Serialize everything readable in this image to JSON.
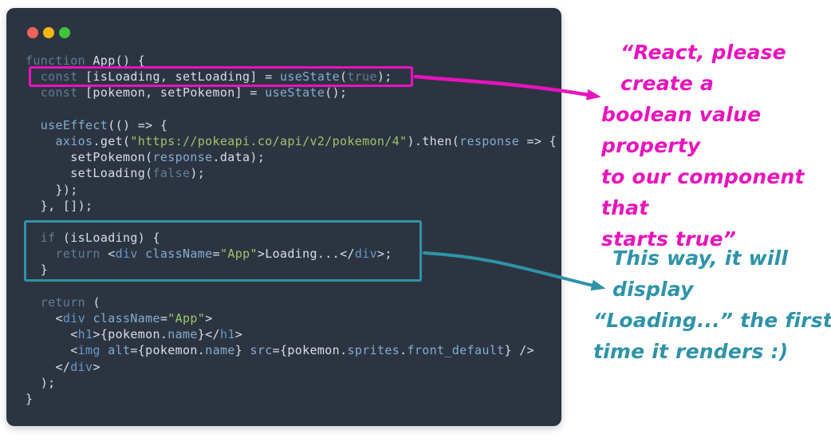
{
  "window": {
    "background": "#2d3441",
    "traffic_lights": [
      {
        "name": "close-button",
        "color": "#ef6458"
      },
      {
        "name": "minimize-button",
        "color": "#f2b712"
      },
      {
        "name": "zoom-button",
        "color": "#3ec53a"
      }
    ]
  },
  "code": {
    "palette": {
      "kw": "#5f7e97",
      "txt": "#d8dee9",
      "fn": "#81aecf",
      "tag": "#6699cc",
      "str": "#9dc569"
    },
    "lines": [
      [
        [
          "kw",
          "function"
        ],
        [
          "txt",
          " App() {"
        ]
      ],
      [
        [
          "txt",
          "  "
        ],
        [
          "kw",
          "const"
        ],
        [
          "txt",
          " [isLoading, setLoading] = "
        ],
        [
          "fn",
          "useState"
        ],
        [
          "txt",
          "("
        ],
        [
          "kw",
          "true"
        ],
        [
          "txt",
          ");"
        ]
      ],
      [
        [
          "txt",
          "  "
        ],
        [
          "kw",
          "const"
        ],
        [
          "txt",
          " [pokemon, setPokemon] = "
        ],
        [
          "fn",
          "useState"
        ],
        [
          "txt",
          "();"
        ]
      ],
      [],
      [
        [
          "txt",
          "  "
        ],
        [
          "fn",
          "useEffect"
        ],
        [
          "txt",
          "(() => {"
        ]
      ],
      [
        [
          "txt",
          "    "
        ],
        [
          "fn",
          "axios"
        ],
        [
          "txt",
          ".get("
        ],
        [
          "str",
          "\"https://pokeapi.co/api/v2/pokemon/4\""
        ],
        [
          "txt",
          ").then("
        ],
        [
          "fn",
          "response"
        ],
        [
          "txt",
          " => {"
        ]
      ],
      [
        [
          "txt",
          "      setPokemon("
        ],
        [
          "fn",
          "response"
        ],
        [
          "txt",
          ".data);"
        ]
      ],
      [
        [
          "txt",
          "      setLoading("
        ],
        [
          "kw",
          "false"
        ],
        [
          "txt",
          ");"
        ]
      ],
      [
        [
          "txt",
          "    });"
        ]
      ],
      [
        [
          "txt",
          "  }, []);"
        ]
      ],
      [],
      [
        [
          "txt",
          "  "
        ],
        [
          "kw",
          "if"
        ],
        [
          "txt",
          " (isLoading) {"
        ]
      ],
      [
        [
          "txt",
          "    "
        ],
        [
          "kw",
          "return"
        ],
        [
          "txt",
          " <"
        ],
        [
          "tag",
          "div"
        ],
        [
          "txt",
          " "
        ],
        [
          "fn",
          "className"
        ],
        [
          "txt",
          "="
        ],
        [
          "str",
          "\"App\""
        ],
        [
          "txt",
          ">Loading...</"
        ],
        [
          "tag",
          "div"
        ],
        [
          "txt",
          ">;"
        ]
      ],
      [
        [
          "txt",
          "  }"
        ]
      ],
      [],
      [
        [
          "txt",
          "  "
        ],
        [
          "kw",
          "return"
        ],
        [
          "txt",
          " ("
        ]
      ],
      [
        [
          "txt",
          "    <"
        ],
        [
          "tag",
          "div"
        ],
        [
          "txt",
          " "
        ],
        [
          "fn",
          "className"
        ],
        [
          "txt",
          "="
        ],
        [
          "str",
          "\"App\""
        ],
        [
          "txt",
          ">"
        ]
      ],
      [
        [
          "txt",
          "      <"
        ],
        [
          "tag",
          "h1"
        ],
        [
          "txt",
          ">{pokemon."
        ],
        [
          "fn",
          "name"
        ],
        [
          "txt",
          "}</"
        ],
        [
          "tag",
          "h1"
        ],
        [
          "txt",
          ">"
        ]
      ],
      [
        [
          "txt",
          "      <"
        ],
        [
          "tag",
          "img"
        ],
        [
          "txt",
          " "
        ],
        [
          "fn",
          "alt"
        ],
        [
          "txt",
          "={pokemon."
        ],
        [
          "fn",
          "name"
        ],
        [
          "txt",
          "} "
        ],
        [
          "fn",
          "src"
        ],
        [
          "txt",
          "={pokemon."
        ],
        [
          "fn",
          "sprites"
        ],
        [
          "txt",
          "."
        ],
        [
          "fn",
          "front_default"
        ],
        [
          "txt",
          "} />"
        ]
      ],
      [
        [
          "txt",
          "    </"
        ],
        [
          "tag",
          "div"
        ],
        [
          "txt",
          ">"
        ]
      ],
      [
        [
          "txt",
          "  );"
        ]
      ],
      [
        [
          "txt",
          "}"
        ]
      ]
    ]
  },
  "annotations": {
    "pink": {
      "color": "#e813bd",
      "lines": [
        "“React, please create a",
        "boolean value property",
        "to our component that",
        "starts true”"
      ]
    },
    "teal": {
      "color": "#2e93a8",
      "lines": [
        "This way, it will display",
        "“Loading...” the first",
        "time it renders :)"
      ]
    }
  }
}
